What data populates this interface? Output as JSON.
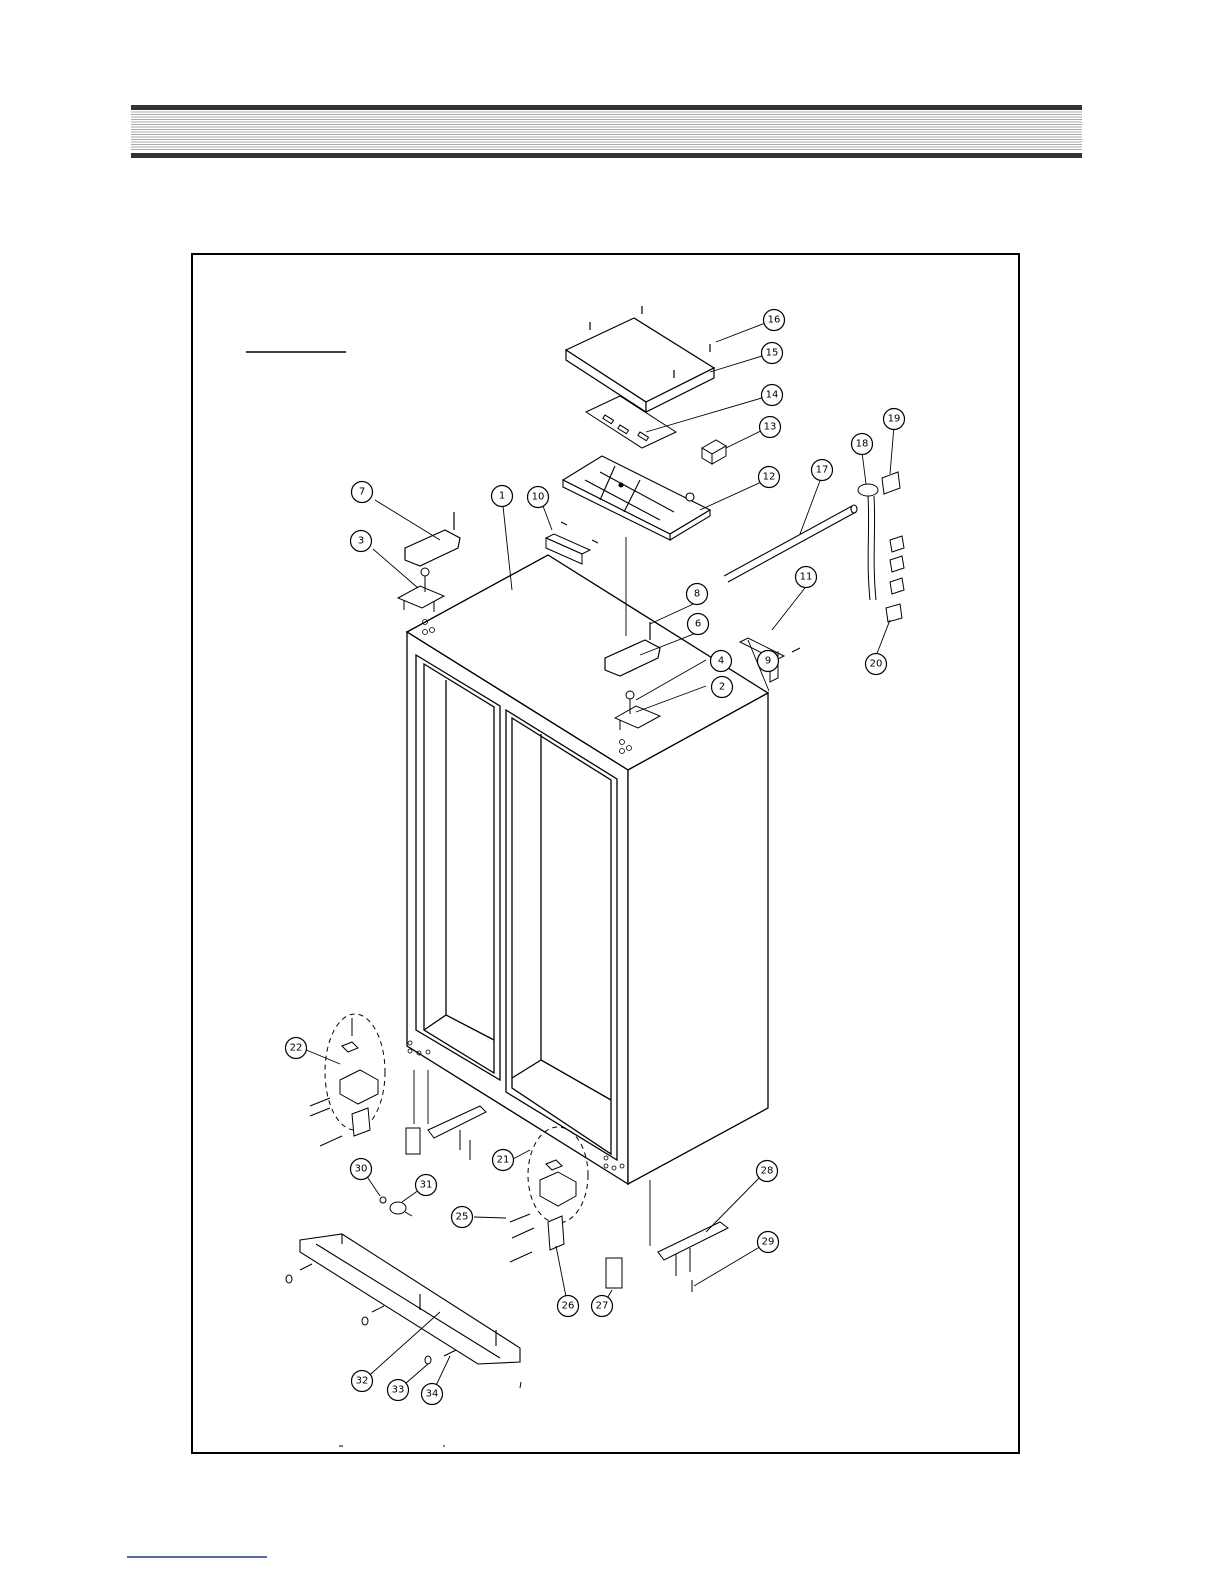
{
  "diagram": {
    "callouts": [
      "1",
      "2",
      "3",
      "4",
      "6",
      "7",
      "8",
      "9",
      "10",
      "11",
      "12",
      "13",
      "14",
      "15",
      "16",
      "17",
      "18",
      "19",
      "20",
      "21",
      "22",
      "25",
      "26",
      "27",
      "28",
      "29",
      "30",
      "31",
      "32",
      "33",
      "34"
    ]
  }
}
